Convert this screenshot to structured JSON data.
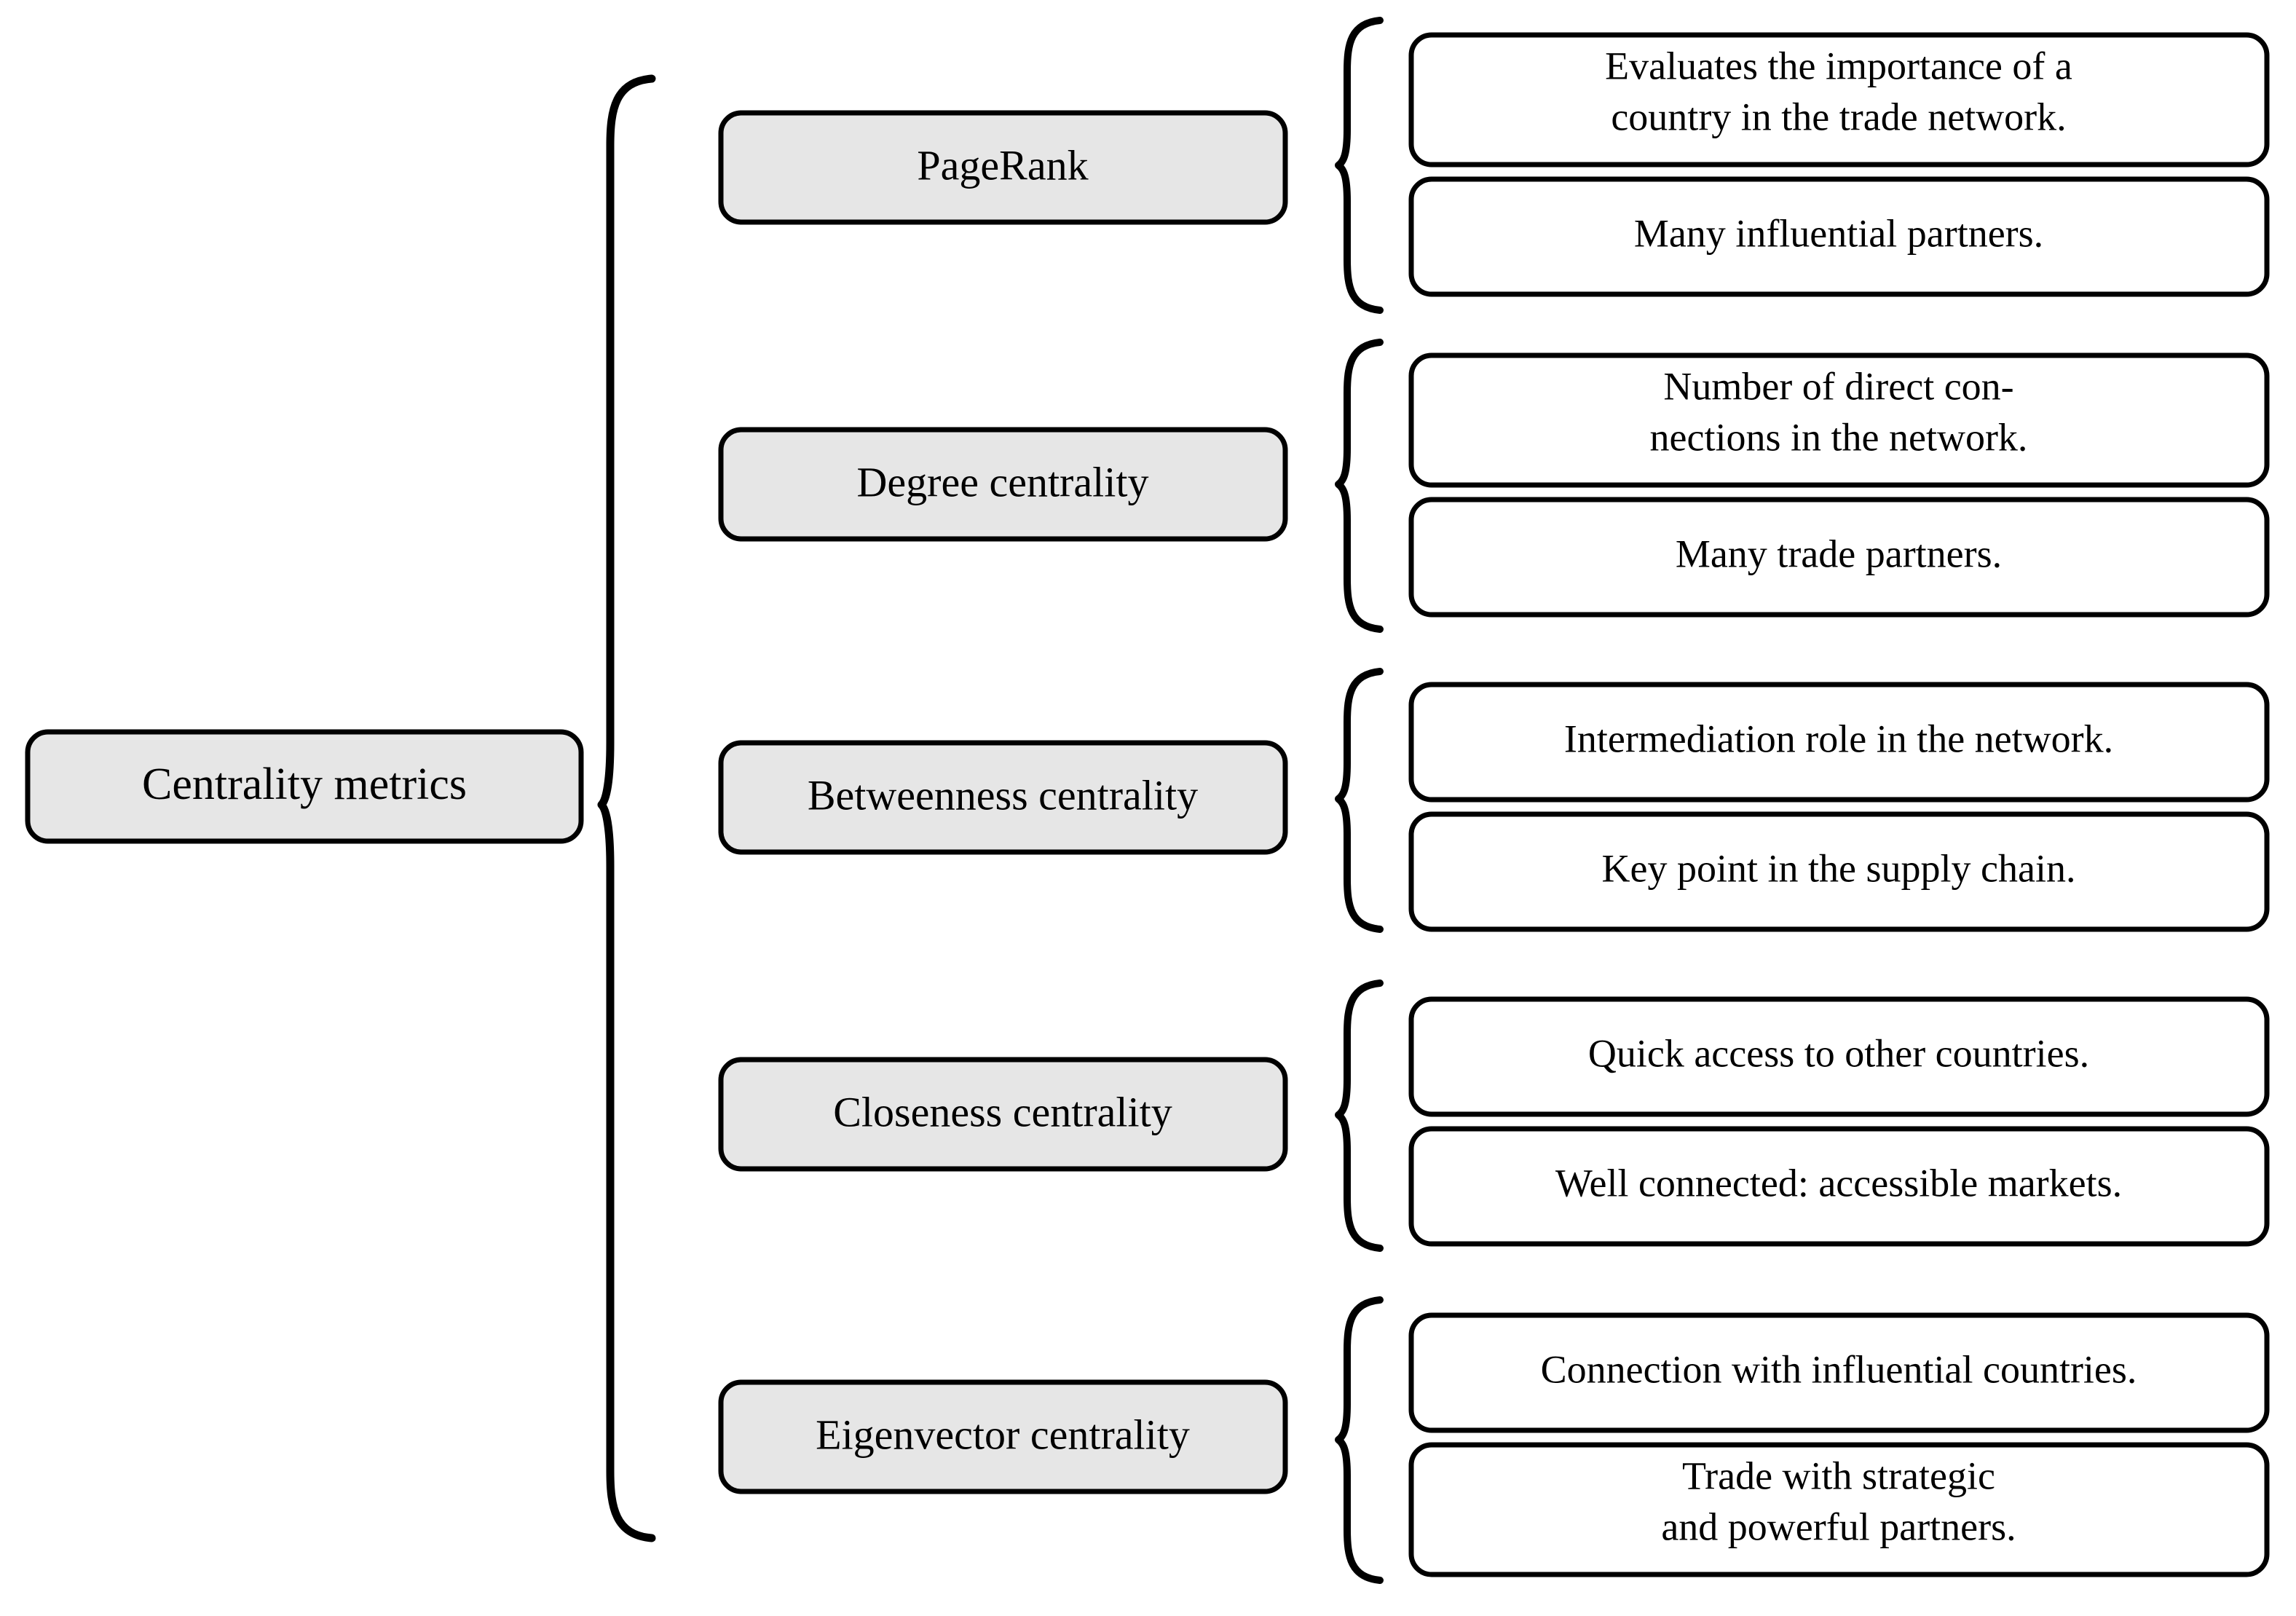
{
  "diagram": {
    "type": "mind-map",
    "title": "Centrality metrics",
    "root": {
      "label": "Centrality metrics"
    },
    "branches": [
      {
        "metric": "PageRank",
        "descriptions": [
          {
            "lines": [
              "Evaluates the importance of a",
              "country in the trade network."
            ]
          },
          {
            "lines": [
              "Many influential partners."
            ]
          }
        ]
      },
      {
        "metric": "Degree centrality",
        "descriptions": [
          {
            "lines": [
              "Number of direct con-",
              "nections in the network."
            ]
          },
          {
            "lines": [
              "Many trade partners."
            ]
          }
        ]
      },
      {
        "metric": "Betweenness centrality",
        "descriptions": [
          {
            "lines": [
              "Intermediation role in the network."
            ]
          },
          {
            "lines": [
              "Key point in the supply chain."
            ]
          }
        ]
      },
      {
        "metric": "Closeness centrality",
        "descriptions": [
          {
            "lines": [
              "Quick access to other countries."
            ]
          },
          {
            "lines": [
              "Well connected: accessible markets."
            ]
          }
        ]
      },
      {
        "metric": "Eigenvector centrality",
        "descriptions": [
          {
            "lines": [
              "Connection with influential countries."
            ]
          },
          {
            "lines": [
              "Trade with strategic",
              "and powerful partners."
            ]
          }
        ]
      }
    ],
    "colors": {
      "background": "#ffffff",
      "node_fill": "#e6e6e6",
      "leaf_fill": "#ffffff",
      "stroke": "#000000",
      "text": "#000000"
    }
  }
}
